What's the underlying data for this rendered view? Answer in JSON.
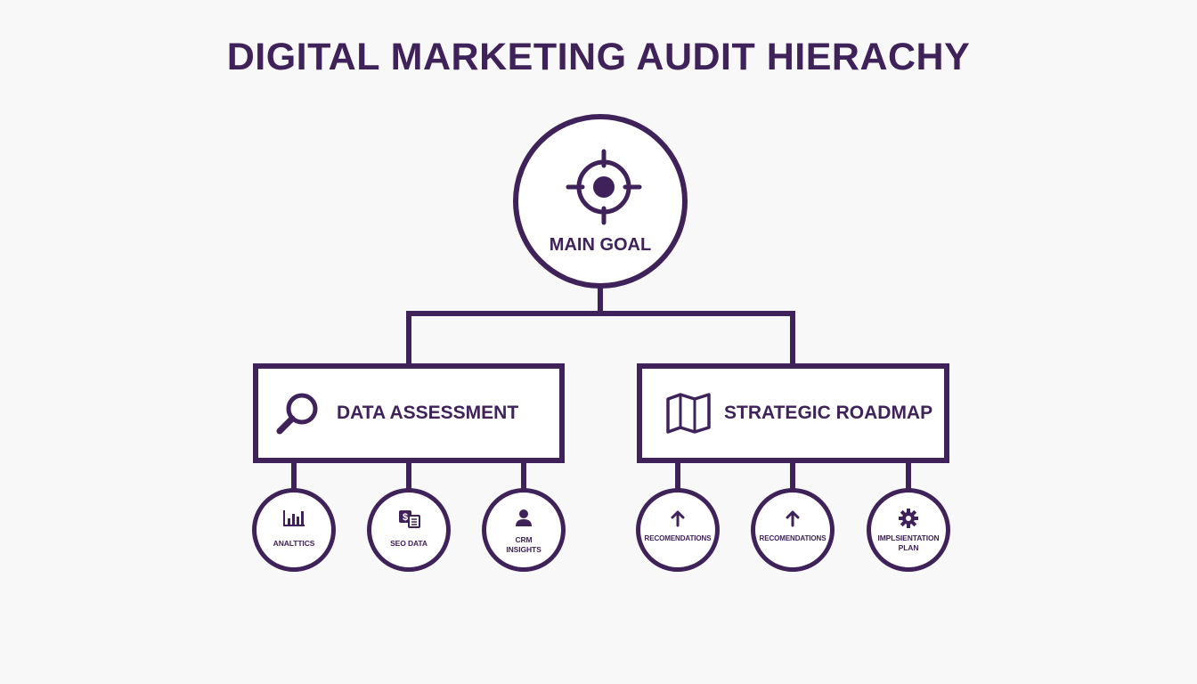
{
  "colors": {
    "primary": "#3f2259",
    "background": "#f8f8f8",
    "node_fill": "#ffffff"
  },
  "title": "DIGITAL MARKETING AUDIT HIERACHY",
  "root": {
    "label": "MAIN GOAL",
    "icon": "target-icon"
  },
  "branches": [
    {
      "label": "DATA ASSESSMENT",
      "icon": "magnifier-icon",
      "children": [
        {
          "label": "ANALTTICS",
          "icon": "bar-chart-icon"
        },
        {
          "label": "SEO DATA",
          "icon": "seo-document-icon"
        },
        {
          "label": "CRM INSIGHTS",
          "icon": "user-icon"
        }
      ]
    },
    {
      "label": "STRATEGIC ROADMAP",
      "icon": "map-icon",
      "children": [
        {
          "label": "RECOMENDATIONS",
          "icon": "arrow-up-icon"
        },
        {
          "label": "RECOMENDATIONS",
          "icon": "arrow-up-icon"
        },
        {
          "label": "IMPLSIENTATION PLAN",
          "icon": "gear-icon"
        }
      ]
    }
  ]
}
